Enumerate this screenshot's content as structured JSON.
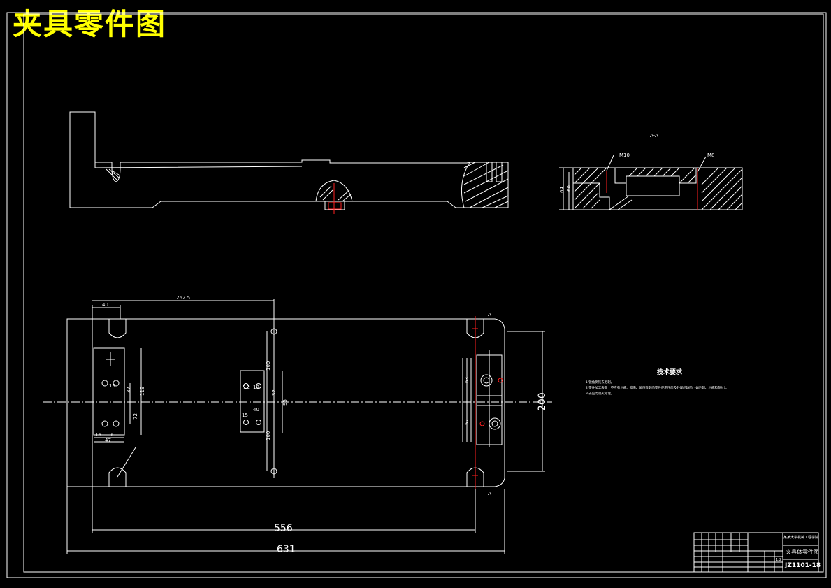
{
  "title": "夹具零件图",
  "section_label": "A-A",
  "tech_requirements": {
    "heading": "技术要求",
    "notes": [
      "1.锐角倒钝去毛刺。",
      "2.零件加工表面上不应有划痕、擦伤、碰伤等影响零件使用性能及外观的缺陷（如毛刺、划痕和裂纹）。",
      "3.去应力退火处理。"
    ]
  },
  "dimensions": {
    "overall_length": "631",
    "hole_spacing": "556",
    "width": "200",
    "left_offset": "40",
    "center_offset": "262.5",
    "right_upper": "63",
    "right_lower": "57",
    "section_thickness": "64",
    "section_depth": "60",
    "thread_m10": "M10",
    "thread_m8": "M8",
    "mid_upper": "100",
    "mid_lower": "100",
    "mid_12": "12",
    "mid_19": "19",
    "mid_40": "40",
    "mid_32": "32",
    "mid_95": "95",
    "mid_15": "15",
    "left_19a": "19",
    "left_19b": "19",
    "left_16": "16",
    "left_47": "47",
    "left_119": "119",
    "left_37": "37",
    "left_72": "72",
    "view_a_top": "A",
    "view_a_bottom": "A"
  },
  "title_block": {
    "school": "某某大学机械工程学院",
    "drawing_name": "夹具体零件图",
    "drawing_number": "JZ1101-18",
    "scale": "1:2"
  }
}
